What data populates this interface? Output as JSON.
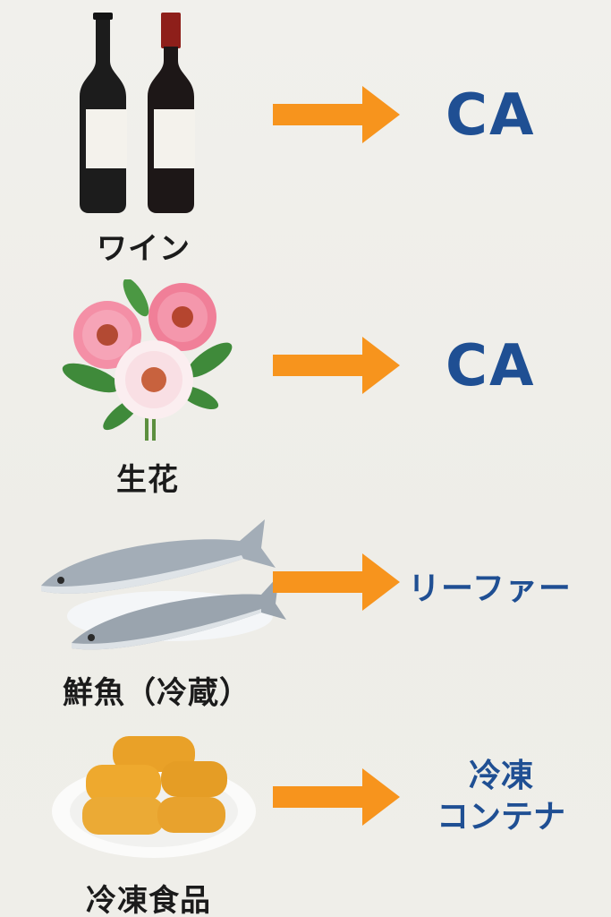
{
  "colors": {
    "arrow": "#f7941d",
    "target_text": "#1f4f93",
    "label_text": "#1b1b1b"
  },
  "rows": [
    {
      "item_label": "ワイン",
      "icon": "wine-bottles-icon",
      "target": "CA"
    },
    {
      "item_label": "生花",
      "icon": "flower-bouquet-icon",
      "target": "CA"
    },
    {
      "item_label": "鮮魚（冷蔵）",
      "icon": "fresh-fish-icon",
      "target": "リーファー"
    },
    {
      "item_label": "冷凍食品",
      "icon": "frozen-food-plate-icon",
      "target_line1": "冷凍",
      "target_line2": "コンテナ"
    }
  ]
}
